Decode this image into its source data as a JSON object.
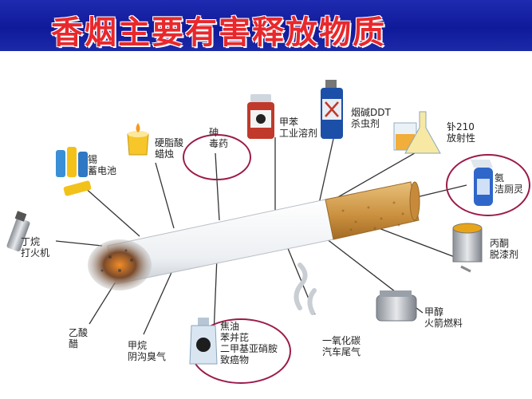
{
  "title": "香烟主要有害释放物质",
  "labels": {
    "tin_battery": "锡\n蓄电池",
    "stearic_candle": "硬脂酸\n蜡烛",
    "arsenic": "砷\n毒药",
    "toluene": "甲苯\n工业溶剂",
    "ddt": "烟碱DDT\n杀虫剂",
    "polonium": "钋210\n放射性",
    "ammonia": "氨\n洁厕灵",
    "butane": "丁烷\n打火机",
    "cadmium": "丙酮\n脱漆剂",
    "acetic_acid": "乙酸\n醋",
    "methane": "甲烷\n阴沟臭气",
    "tar": "焦油\n苯并芘\n二甲基亚硝胺\n致癌物",
    "carbon_monoxide": "一氧化碳\n汽车尾气",
    "methanol": "甲醇\n火箭燃料"
  },
  "colors": {
    "banner": "#1f2bb0",
    "title": "#e8282c",
    "highlight_ring": "#9b1b4a",
    "filter": "#d9a85a",
    "line": "#333333"
  }
}
